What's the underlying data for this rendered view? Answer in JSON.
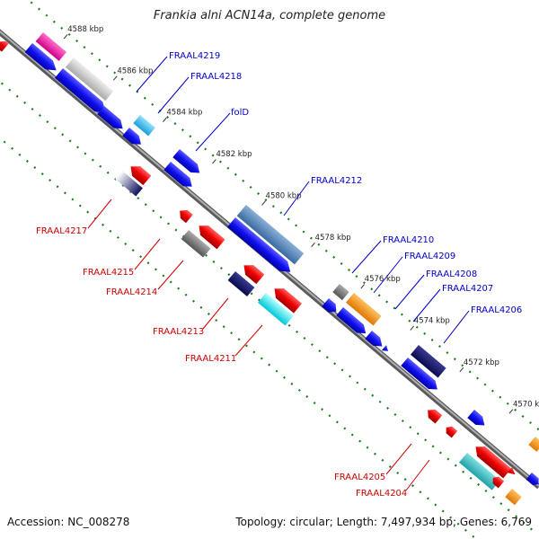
{
  "title": "Frankia alni ACN14a, complete genome",
  "footer": {
    "accession": "Accession: NC_008278",
    "summary": "Topology: circular; Length: 7,497,934 bp; Genes: 6,769"
  },
  "colors": {
    "forward_label": "#0000cc",
    "reverse_label": "#cc0000",
    "tick_dots": "#1a7a1a",
    "backbone": "#888888"
  },
  "kbp_ticks": [
    {
      "label": "4588 kbp",
      "i": 0
    },
    {
      "label": "4586 kbp",
      "i": 1
    },
    {
      "label": "4584 kbp",
      "i": 2
    },
    {
      "label": "4582 kbp",
      "i": 3
    },
    {
      "label": "4580 kbp",
      "i": 4
    },
    {
      "label": "4578 kbp",
      "i": 5
    },
    {
      "label": "4576 kbp",
      "i": 6
    },
    {
      "label": "4574 kbp",
      "i": 7
    },
    {
      "label": "4572 kbp",
      "i": 8
    },
    {
      "label": "4570 kbp",
      "i": 9
    }
  ],
  "gene_labels_forward": [
    "FRAAL4219",
    "FRAAL4218",
    "folD",
    "FRAAL4212",
    "FRAAL4210",
    "FRAAL4209",
    "FRAAL4208",
    "FRAAL4207",
    "FRAAL4206"
  ],
  "gene_labels_reverse": [
    "FRAAL4217",
    "FRAAL4215",
    "FRAAL4214",
    "FRAAL4213",
    "FRAAL4211",
    "FRAAL4205",
    "FRAAL4204"
  ]
}
